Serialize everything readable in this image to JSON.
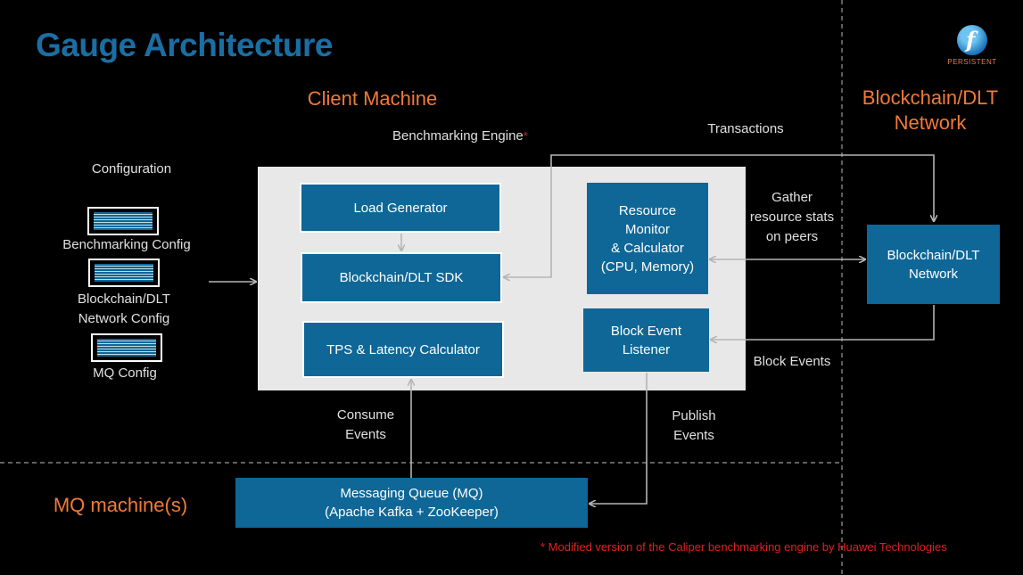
{
  "title": "Gauge Architecture",
  "logo": {
    "name": "persistent-logo",
    "text": "PERSISTENT"
  },
  "sections": {
    "client_machine": "Client Machine",
    "blockchain_network": "Blockchain/DLT\nNetwork",
    "mq_machine": "MQ machine(s)"
  },
  "benchmarking_engine": {
    "label": "Benchmarking Engine",
    "marker": "*"
  },
  "configuration": {
    "heading": "Configuration",
    "items": [
      {
        "label": "Benchmarking Config",
        "icon": "config-document-icon"
      },
      {
        "label": "Blockchain/DLT\nNetwork Config",
        "icon": "config-document-icon"
      },
      {
        "label": "MQ Config",
        "icon": "config-document-icon"
      }
    ]
  },
  "components": {
    "load_generator": "Load Generator",
    "sdk": "Blockchain/DLT SDK",
    "tps_calculator": "TPS & Latency Calculator",
    "resource_monitor": "Resource\nMonitor\n& Calculator\n(CPU, Memory)",
    "block_event_listener": "Block Event\nListener",
    "network": "Blockchain/DLT\nNetwork",
    "mq": "Messaging Queue (MQ)\n(Apache Kafka + ZooKeeper)"
  },
  "edge_labels": {
    "transactions": "Transactions",
    "gather_stats": "Gather\nresource stats\non peers",
    "block_events": "Block Events",
    "consume_events": "Consume\nEvents",
    "publish_events": "Publish\nEvents"
  },
  "footnote": "* Modified version of the Caliper benchmarking engine by Huawei Technologies",
  "colors": {
    "title": "#1b6ea3",
    "accent": "#f07a38",
    "box": "#0e6797",
    "footnote": "#e02020"
  }
}
